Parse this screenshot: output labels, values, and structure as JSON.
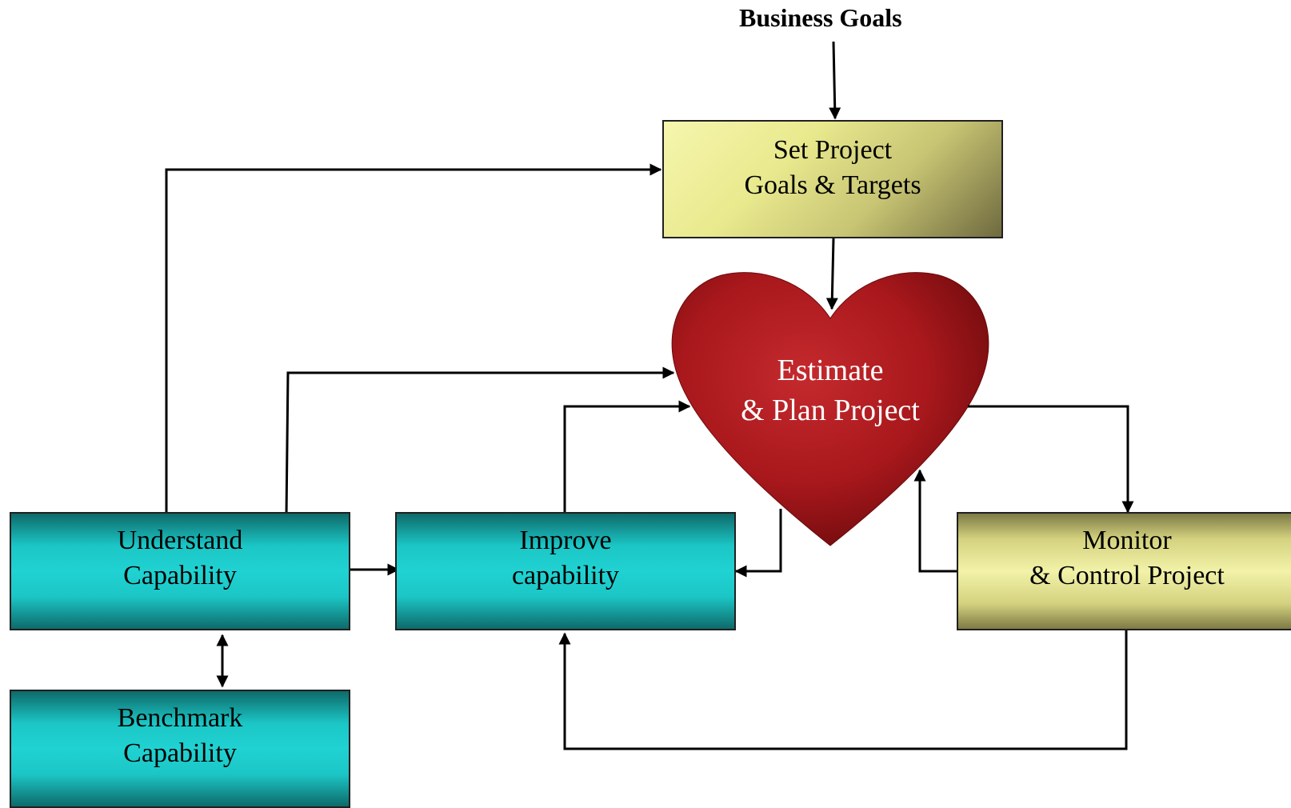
{
  "title": "Business Goals",
  "nodes": {
    "set_goals": {
      "line1": "Set Project",
      "line2": "Goals & Targets"
    },
    "estimate": {
      "line1": "Estimate",
      "line2": "& Plan Project"
    },
    "understand": {
      "line1": "Understand",
      "line2": "Capability"
    },
    "improve": {
      "line1": "Improve",
      "line2": "capability"
    },
    "monitor": {
      "line1": "Monitor",
      "line2": "& Control Project"
    },
    "benchmark": {
      "line1": "Benchmark",
      "line2": "Capability"
    }
  },
  "colors": {
    "teal": "#20d2d2",
    "olive": "#e9e98e",
    "heart": "#b01c20",
    "connector": "#000000"
  }
}
